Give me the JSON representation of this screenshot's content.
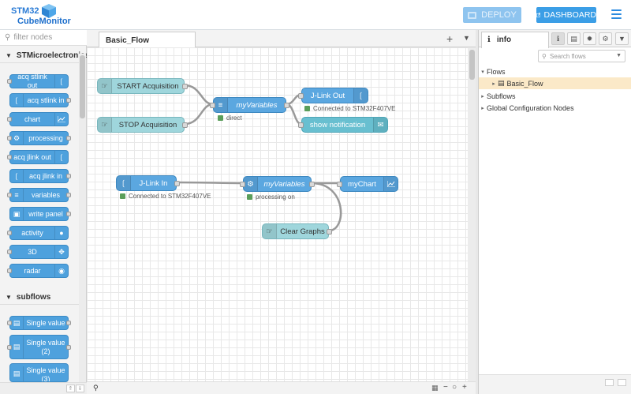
{
  "header": {
    "logo_line1": "STM32",
    "logo_line2": "CubeMonitor",
    "deploy_label": "DEPLOY",
    "dashboard_label": "DASHBOARD"
  },
  "palette": {
    "filter_placeholder": "filter nodes",
    "category_stm": "STMicroelectronics",
    "category_subflows": "subflows",
    "nodes": [
      {
        "label": "acq stlink out",
        "icon": "wave-icon"
      },
      {
        "label": "acq stlink in",
        "icon": "wave-icon"
      },
      {
        "label": "chart",
        "icon": "chart-icon"
      },
      {
        "label": "processing",
        "icon": "gear-icon"
      },
      {
        "label": "acq jlink out",
        "icon": "wave-icon"
      },
      {
        "label": "acq jlink in",
        "icon": "wave-icon"
      },
      {
        "label": "variables",
        "icon": "list-icon"
      },
      {
        "label": "write panel",
        "icon": "panel-icon"
      },
      {
        "label": "activity",
        "icon": "person-icon"
      },
      {
        "label": "3D",
        "icon": "expand-icon"
      },
      {
        "label": "radar",
        "icon": "target-icon"
      }
    ],
    "subflow_nodes": [
      {
        "label": "Single value"
      },
      {
        "label": "Single value (2)"
      },
      {
        "label": "Single value (3)"
      }
    ]
  },
  "workspace": {
    "tab_label": "Basic_Flow",
    "flow_nodes": {
      "start": "START Acquisition",
      "stop": "STOP Acquisition",
      "myvars1": "myVariables",
      "myvars1_status": "direct",
      "jlink_out": "J-Link Out",
      "jlink_out_status": "Connected to STM32F407VE",
      "show_notification": "show notification",
      "jlink_in": "J-Link In",
      "jlink_in_status": "Connected to STM32F407VE",
      "myvars2": "myVariables",
      "myvars2_status": "processing on",
      "mychart": "myChart",
      "clear_graphs": "Clear Graphs"
    }
  },
  "sidebar": {
    "tab_label": "info",
    "search_placeholder": "Search flows",
    "tree": {
      "flows": "Flows",
      "basic_flow": "Basic_Flow",
      "subflows": "Subflows",
      "global_config": "Global Configuration Nodes"
    }
  },
  "colors": {
    "accent": "#3b9ee6",
    "node_blue": "#5ba7e0",
    "node_teal": "#9fd6dc",
    "selected_row": "#fbe9c8"
  }
}
